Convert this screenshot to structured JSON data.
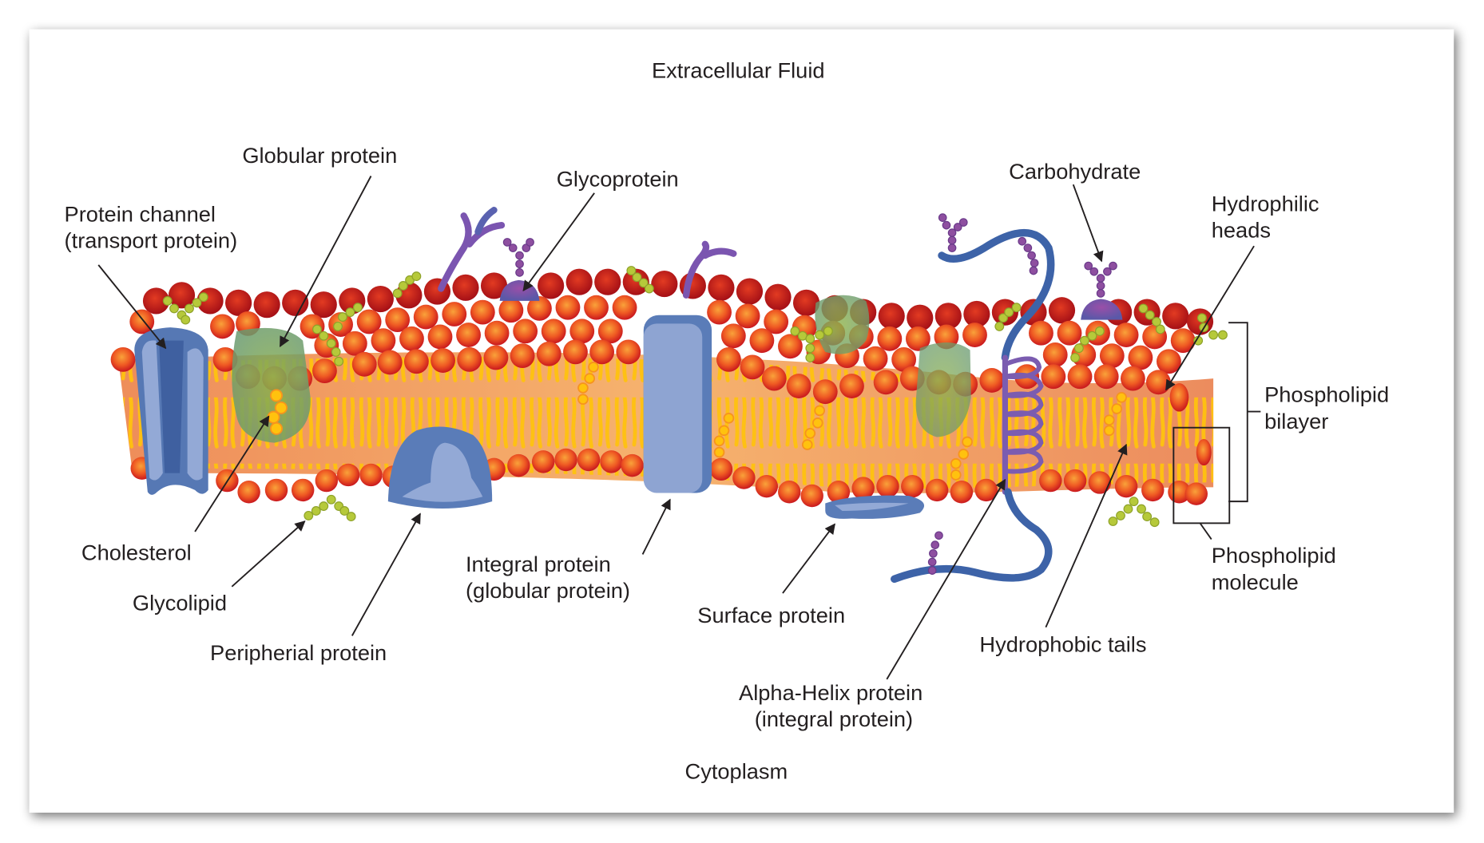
{
  "diagram": {
    "title_top": "Extracellular Fluid",
    "title_bottom": "Cytoplasm",
    "colors": {
      "head_dark": "#c4161c",
      "head_light": "#f7941d",
      "tail": "#ffc20e",
      "core": "#f5a86a",
      "protein_blue": "#8ea4d2",
      "protein_blue_dark": "#4a6aa5",
      "globular_green": "#6f9a6a",
      "glyco_chain": "#b6c93a",
      "carbohydrate_purple": "#8e4fa0",
      "helix_purple": "#7b5cb0",
      "strand_blue": "#3d63a8"
    },
    "labels": {
      "protein_channel_1": "Protein channel",
      "protein_channel_2": "(transport protein)",
      "globular_protein": "Globular protein",
      "glycoprotein": "Glycoprotein",
      "carbohydrate": "Carbohydrate",
      "hydrophilic_1": "Hydrophilic",
      "hydrophilic_2": "heads",
      "bilayer_1": "Phospholipid",
      "bilayer_2": "bilayer",
      "molecule_1": "Phospholipid",
      "molecule_2": "molecule",
      "cholesterol": "Cholesterol",
      "glycolipid": "Glycolipid",
      "peripheral_protein": "Peripherial protein",
      "integral_1": "Integral protein",
      "integral_2": "(globular protein)",
      "surface_protein": "Surface protein",
      "alpha_1": "Alpha-Helix protein",
      "alpha_2": "(integral protein)",
      "hydrophobic_tails": "Hydrophobic tails"
    }
  }
}
